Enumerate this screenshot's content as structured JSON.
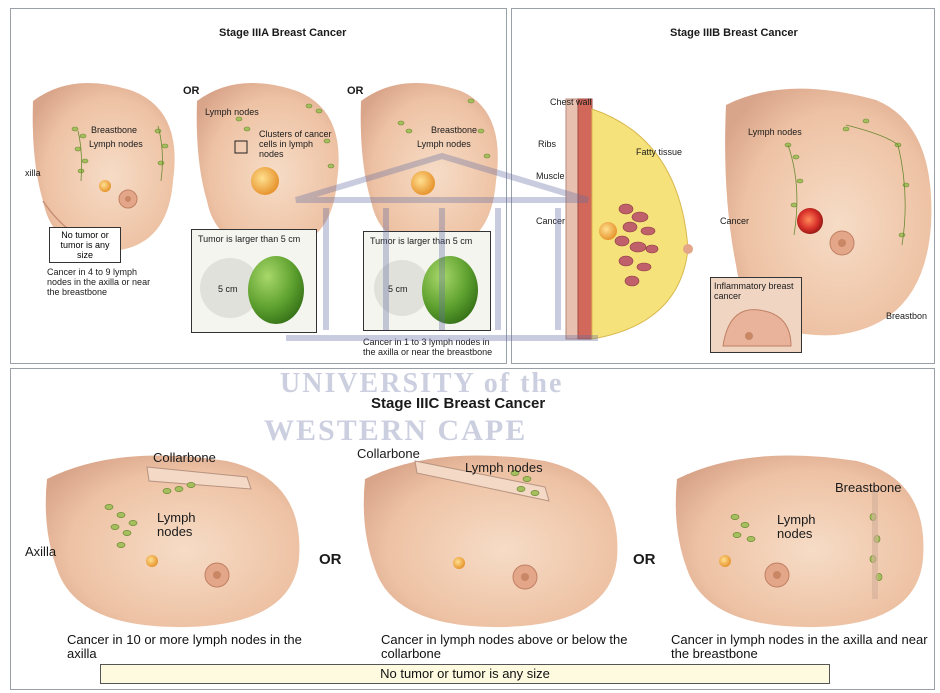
{
  "stage_iiia": {
    "title": "Stage IIIA Breast Cancer",
    "or1": "OR",
    "or2": "OR",
    "fig1": {
      "breastbone": "Breastbone",
      "lymph_nodes": "Lymph nodes",
      "axilla": "xilla",
      "box": "No tumor or tumor is any size",
      "caption": "Cancer in 4 to 9 lymph nodes in the axilla or near the breastbone"
    },
    "fig2": {
      "lymph_nodes": "Lymph nodes",
      "clusters": "Clusters of cancer cells in lymph nodes",
      "tumor_box": "Tumor is larger than 5 cm",
      "size": "5 cm"
    },
    "fig3": {
      "breastbone": "Breastbone",
      "lymph_nodes": "Lymph nodes",
      "tumor_box": "Tumor is larger than 5 cm",
      "size": "5 cm",
      "caption": "Cancer in 1 to 3 lymph nodes in the axilla or near the breastbone"
    }
  },
  "stage_iiib": {
    "title": "Stage IIIB Breast Cancer",
    "chest_wall": "Chest wall",
    "ribs": "Ribs",
    "muscle": "Muscle",
    "cancer_side": "Cancer",
    "fatty_tissue": "Fatty tissue",
    "lymph_nodes": "Lymph nodes",
    "cancer_front": "Cancer",
    "inflammatory": "Inflammatory breast cancer",
    "breastbone": "Breastbon"
  },
  "stage_iiic": {
    "title": "Stage IIIC Breast Cancer",
    "or1": "OR",
    "or2": "OR",
    "fig1": {
      "collarbone": "Collarbone",
      "lymph_nodes": "Lymph nodes",
      "axilla": "Axilla",
      "caption": "Cancer in 10 or more lymph nodes in the axilla"
    },
    "fig2": {
      "collarbone": "Collarbone",
      "lymph_nodes": "Lymph nodes",
      "caption": "Cancer in lymph nodes above or below the collarbone"
    },
    "fig3": {
      "breastbone": "Breastbone",
      "lymph_nodes": "Lymph nodes",
      "caption": "Cancer in lymph nodes in the axilla and near the breastbone"
    },
    "footer": "No tumor or tumor is any size"
  },
  "watermark": {
    "line1": "UNIVERSITY of the",
    "line2": "WESTERN CAPE"
  },
  "colors": {
    "skin": "#f2cdb4",
    "skin_shadow": "#d9a98c",
    "node": "#9fb85a",
    "tumor": "#f0b04a",
    "cancer_red": "#d0322a",
    "lime": "#5aa030",
    "fat": "#f6e27a"
  }
}
